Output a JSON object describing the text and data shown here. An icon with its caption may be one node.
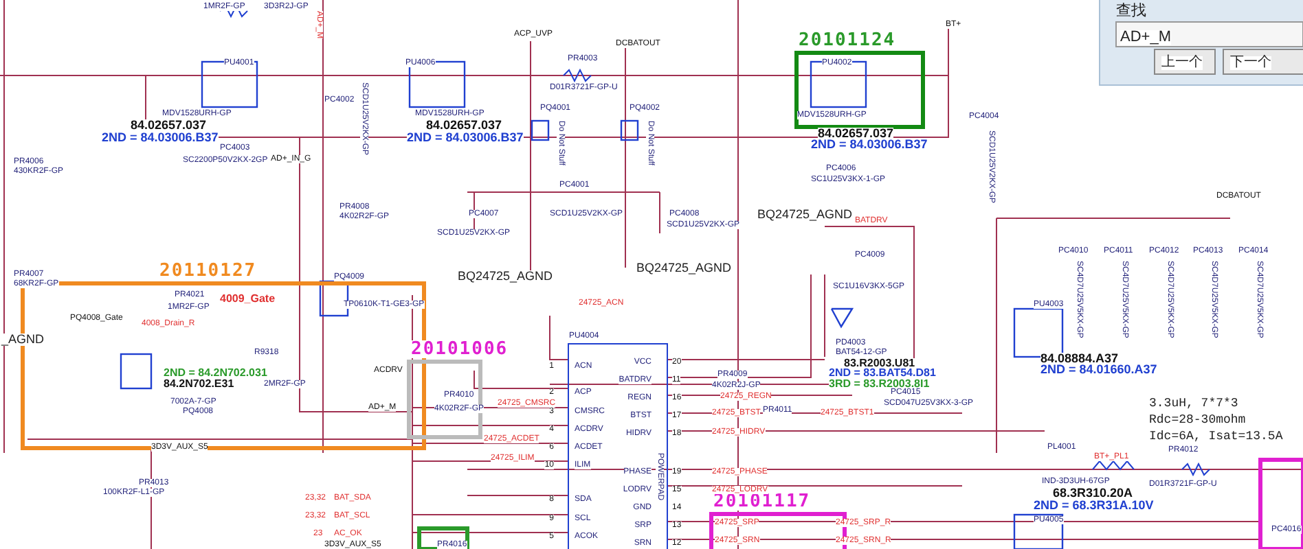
{
  "diagram": {
    "nodes": [
      {
        "text": [
          "20110127"
        ]
      },
      {
        "text": [
          "20101006"
        ]
      },
      {
        "text": [
          "20101124"
        ]
      },
      {
        "text": [
          "20101117"
        ]
      },
      {
        "text": [
          "PU4004"
        ]
      },
      {
        "text": [
          "查找"
        ]
      }
    ],
    "labels": [
      "1MR2F-GP",
      "3D3R2J-GP",
      "AD+_M",
      "PU4001",
      "MDV1528URH-GP",
      "84.02657.037",
      "2ND = 84.03006.B37",
      "PC4003",
      "SC2200P50V2KX-2GP",
      "AD+_IN_G",
      "PC4002",
      "SCD1U25V2KX-GP",
      "PR4006",
      "430KR2F-GP",
      "PR4008",
      "4K02R2F-GP",
      "PU4006",
      "MDV1528URH-GP",
      "84.02657.037",
      "2ND = 84.03006.B37",
      "ACP_UVP",
      "DCBATOUT",
      "PR4003",
      "D01R3721F-GP-U",
      "PQ4001",
      "Do Not Stuff",
      "PQ4002",
      "Do Not Stuff",
      "PC4001",
      "PC4007",
      "SCD1U25V2KX-GP",
      "PC4008",
      "SCD1U25V2KX-GP",
      "SCD1U25V2KX-GP",
      "BQ24725_AGND",
      "BQ24725_AGND",
      "PU4002",
      "MDV1528URH-GP",
      "84.02657.037",
      "2ND = 84.03006.B37",
      "BT+",
      "PC4004",
      "SCD1U25V2KX-GP",
      "PC4006",
      "SC1U25V3KX-1-GP",
      "BQ24725_AGND",
      "BATDRV",
      "DCBATOUT",
      "PC4010",
      "PC4011",
      "PC4012",
      "PC4013",
      "PC4014",
      "SC4D7U25V5KX-GP",
      "SC4D7U25V5KX-GP",
      "SC4D7U25V5KX-GP",
      "SC4D7U25V5KX-GP",
      "SC4D7U25V5KX-GP",
      "PU4003",
      "84.08884.A37",
      "2ND = 84.01660.A37",
      "PC4009",
      "SC1U16V3KX-5GP",
      "PD4003",
      "BAT54-12-GP",
      "83.R2003.U81",
      "2ND = 83.BAT54.D81",
      "3RD = 83.R2003.8I1",
      "PC4015",
      "SCD047U25V3KX-3-GP",
      "3.3uH, 7*7*3",
      "Rdc=28-30mohm",
      "Idc=6A, Isat=13.5A",
      "PL4001",
      "BT+_PL1",
      "IND-3D3UH-67GP",
      "68.3R310.20A",
      "2ND = 68.3R31A.10V",
      "PR4012",
      "D01R3721F-GP-U",
      "PU4005",
      "PC4016",
      "PR4007",
      "68KR2F-GP",
      "_AGND",
      "PR4021",
      "1MR2F-GP",
      "4009_Gate",
      "PQ4008_Gate",
      "4008_Drain_R",
      "PQ4009",
      "TP0610K-T1-GE3-GP",
      "R9318",
      "2ND = 84.2N702.031",
      "84.2N702.E31",
      "2MR2F-GP",
      "7002A-7-GP",
      "PQ4008",
      "ACDRV",
      "AD+_M",
      "3D3V_AUX_S5",
      "PR4013",
      "100KR2F-L1-GP",
      "23,32",
      "BAT_SDA",
      "23,32",
      "BAT_SCL",
      "23",
      "AC_OK",
      "3D3V_AUX_S5",
      "PR4016",
      "PR4010",
      "4K02R2F-GP",
      "24725_CMSRC",
      "24725_ACN",
      "24725_ACDET",
      "24725_ILIM",
      "PR4009",
      "4K02R2J-GP",
      "24725_REGN",
      "24725_BTST",
      "PR4011",
      "24725_BTST1",
      "24725_HIDRV",
      "24725_PHASE",
      "24725_LODRV",
      "24725_SRP",
      "24725_SRN",
      "24725_SRP_R",
      "24725_SRN_R",
      "1",
      "ACN",
      "2",
      "ACP",
      "3",
      "CMSRC",
      "4",
      "ACDRV",
      "6",
      "ACDET",
      "10",
      "ILIM",
      "8",
      "SDA",
      "9",
      "SCL",
      "5",
      "ACOK",
      "VCC",
      "20",
      "BATDRV",
      "11",
      "REGN",
      "16",
      "BTST",
      "17",
      "HIDRV",
      "18",
      "PHASE",
      "19",
      "LODRV",
      "15",
      "GND",
      "14",
      "SRP",
      "13",
      "SRN",
      "12",
      "POWERPAD",
      "AD+_M",
      "上一个",
      "下一个"
    ]
  }
}
